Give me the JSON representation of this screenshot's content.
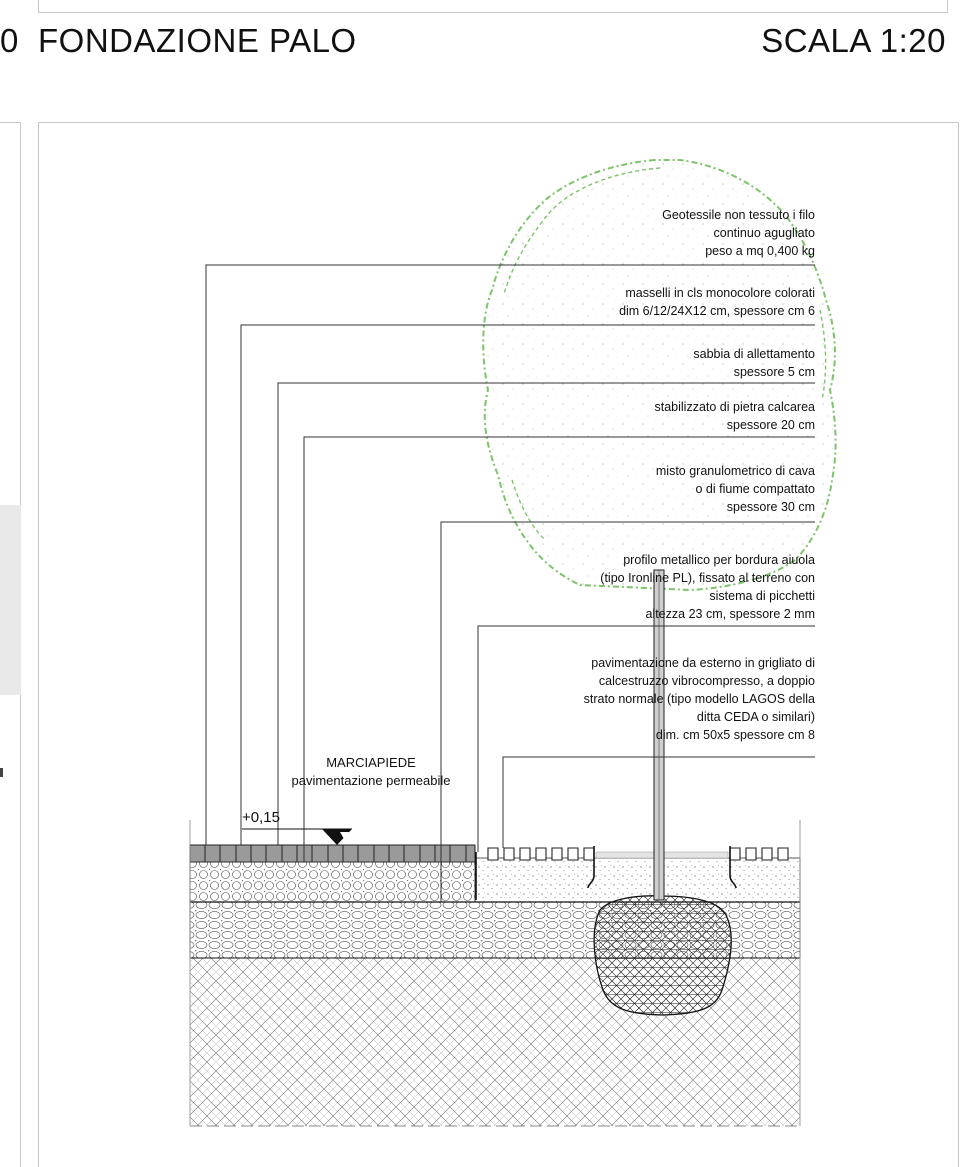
{
  "header": {
    "prev_digit": "0",
    "title": "FONDAZIONE PALO",
    "scale": "SCALA 1:20"
  },
  "callouts": [
    {
      "lines": [
        "Geotessile non tessuto i filo",
        "continuo agugliato",
        "peso a mq 0,400 kg"
      ]
    },
    {
      "lines": [
        "masselli in cls monocolore colorati",
        "dim 6/12/24X12 cm, spessore cm 6"
      ]
    },
    {
      "lines": [
        "sabbia di allettamento",
        "spessore 5 cm"
      ]
    },
    {
      "lines": [
        "stabilizzato di pietra calcarea",
        "spessore 20 cm"
      ]
    },
    {
      "lines": [
        "misto granulometrico di cava",
        "o di fiume compattato",
        "spessore 30 cm"
      ]
    },
    {
      "lines": [
        "profilo metallico per bordura aiuola",
        "(tipo Ironline PL), fissato al terreno con",
        "sistema di picchetti",
        "altezza 23 cm, spessore 2 mm"
      ]
    },
    {
      "lines": [
        "pavimentazione da esterno in grigliato di",
        "calcestruzzo vibrocompresso, a doppio",
        "strato normale (tipo modello LAGOS della",
        "ditta CEDA o similari)",
        "dim. cm 50x5 spessore cm 8"
      ]
    }
  ],
  "sidewalk": {
    "title": "MARCIAPIEDE",
    "subtitle": "pavimentazione permeabile"
  },
  "elevation": "+0,15",
  "colors": {
    "tree_outline": "#7cc46a",
    "frame": "#c8c8c8",
    "ink": "#111111",
    "paver": "#9a9a9a"
  }
}
